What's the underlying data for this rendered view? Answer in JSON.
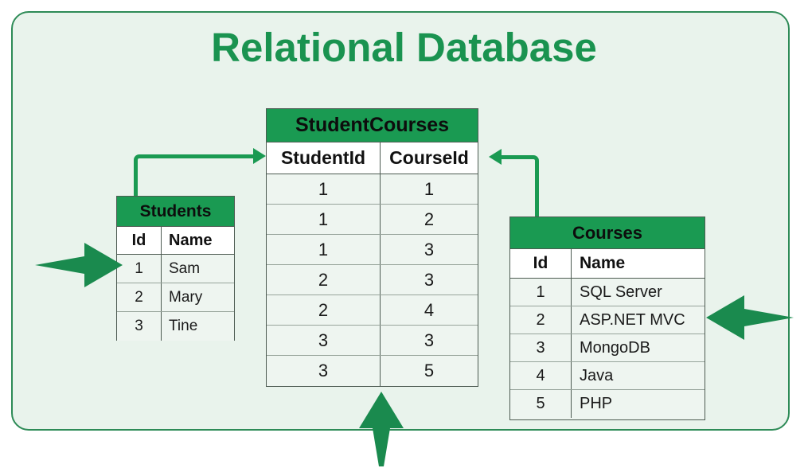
{
  "page": {
    "title": "Relational Database",
    "accent_green": "#1a9350",
    "header_green": "#1a9a52",
    "panel_background": "#e9f3ec",
    "panel_border": "#2e8b57",
    "cell_background": "#eef5f0"
  },
  "tables": {
    "students": {
      "name": "Students",
      "columns": [
        "Id",
        "Name"
      ],
      "rows": [
        [
          "1",
          "Sam"
        ],
        [
          "2",
          "Mary"
        ],
        [
          "3",
          "Tine"
        ]
      ]
    },
    "studentcourses": {
      "name": "StudentCourses",
      "columns": [
        "StudentId",
        "CourseId"
      ],
      "rows": [
        [
          "1",
          "1"
        ],
        [
          "1",
          "2"
        ],
        [
          "1",
          "3"
        ],
        [
          "2",
          "3"
        ],
        [
          "2",
          "4"
        ],
        [
          "3",
          "3"
        ],
        [
          "3",
          "5"
        ]
      ]
    },
    "courses": {
      "name": "Courses",
      "columns": [
        "Id",
        "Name"
      ],
      "rows": [
        [
          "1",
          "SQL Server"
        ],
        [
          "2",
          "ASP.NET MVC"
        ],
        [
          "3",
          "MongoDB"
        ],
        [
          "4",
          "Java"
        ],
        [
          "5",
          "PHP"
        ]
      ]
    }
  },
  "connectors": [
    {
      "id": "students-to-studentcourses",
      "from": "Students",
      "to": "StudentCourses.StudentId",
      "style": "elbow-arrow",
      "color": "#1a9a52"
    },
    {
      "id": "courses-to-studentcourses",
      "from": "Courses",
      "to": "StudentCourses.CourseId",
      "style": "elbow-arrow",
      "color": "#1a9a52"
    }
  ],
  "callout_arrows": [
    {
      "id": "arrow-to-students",
      "direction": "right",
      "target": "Students",
      "color": "#1a8a4e"
    },
    {
      "id": "arrow-to-courses",
      "direction": "left",
      "target": "Courses",
      "color": "#1a8a4e"
    },
    {
      "id": "arrow-to-studentcourses",
      "direction": "up",
      "target": "StudentCourses",
      "color": "#1a8a4e"
    }
  ]
}
